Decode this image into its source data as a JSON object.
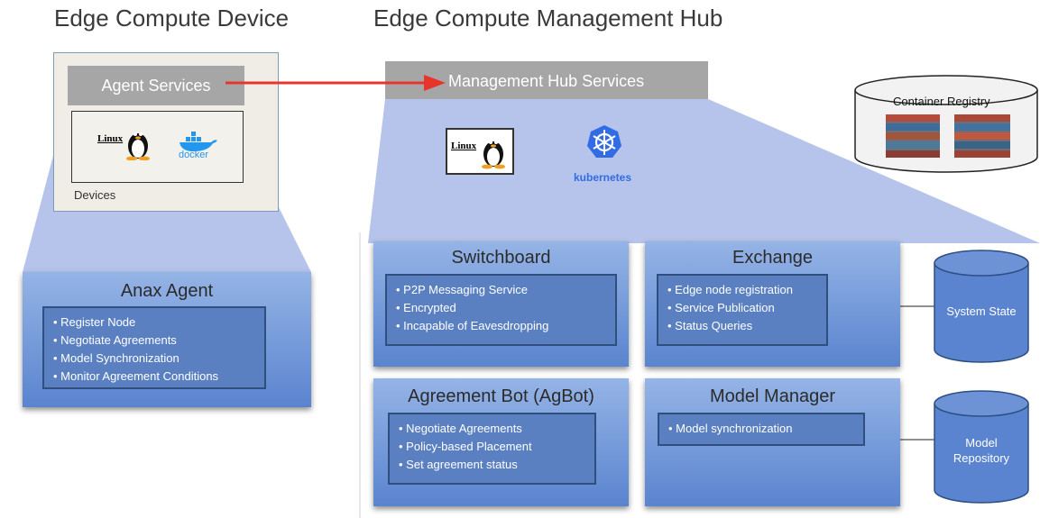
{
  "titles": {
    "device": "Edge Compute Device",
    "hub": "Edge Compute Management Hub"
  },
  "device": {
    "agent_services": "Agent Services",
    "devices_label": "Devices",
    "linux_text": "Linux",
    "docker_text": "docker"
  },
  "hub": {
    "management_hub_services": "Management Hub Services",
    "linux_text": "Linux",
    "kubernetes_text": "kubernetes"
  },
  "registry": {
    "label": "Container Registry"
  },
  "anax": {
    "title": "Anax Agent",
    "items": [
      "Register Node",
      "Negotiate Agreements",
      "Model Synchronization",
      "Monitor Agreement Conditions"
    ]
  },
  "switchboard": {
    "title": "Switchboard",
    "items": [
      "P2P Messaging Service",
      "Encrypted",
      "Incapable of Eavesdropping"
    ]
  },
  "exchange": {
    "title": "Exchange",
    "items": [
      "Edge node registration",
      "Service Publication",
      "Status Queries"
    ]
  },
  "agbot": {
    "title": "Agreement Bot (AgBot)",
    "items": [
      "Negotiate Agreements",
      "Policy-based Placement",
      "Set agreement status"
    ]
  },
  "model_manager": {
    "title": "Model Manager",
    "items": [
      "Model synchronization"
    ]
  },
  "system_state": {
    "label": "System State"
  },
  "model_repository": {
    "label_line1": "Model",
    "label_line2": "Repository"
  },
  "colors": {
    "arrow": "#e8352b",
    "panel_top": "#95b4e6",
    "panel_bottom": "#5a84cf",
    "funnel": "#a9b9e6"
  },
  "icons": [
    "linux-tux-icon",
    "docker-whale-icon",
    "kubernetes-helm-icon",
    "shipping-container-image"
  ]
}
